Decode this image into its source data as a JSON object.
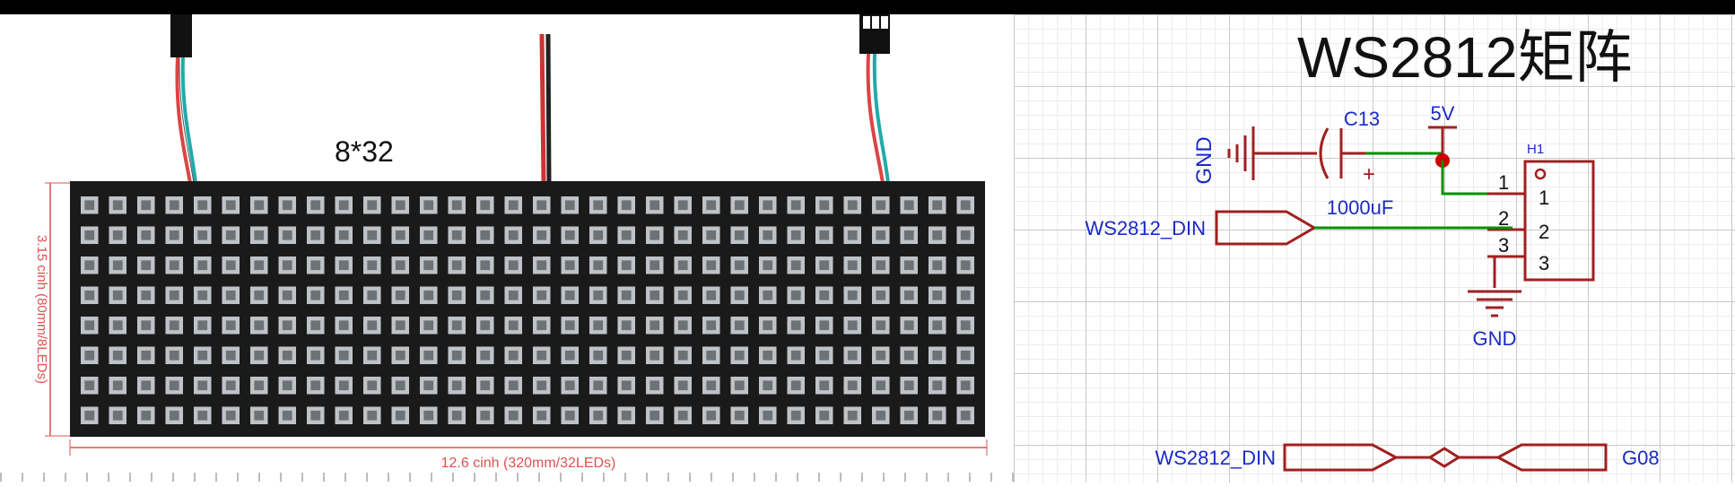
{
  "photo": {
    "matrix_size": "8*32",
    "height_dim": "3.15 cinh (80mm/8LEDs)",
    "width_dim": "12.6 cinh (320mm/32LEDs)",
    "led_rows": 8,
    "led_cols": 32,
    "colors": {
      "panel": "#1a1a1a",
      "led": "#bfc3c8",
      "dimension_line": "#e05050"
    }
  },
  "schematic": {
    "title": "WS2812矩阵",
    "capacitor": {
      "ref": "C13",
      "value": "1000uF",
      "polarity": "+"
    },
    "power": {
      "label": "5V"
    },
    "ground_left": "GND",
    "ground_bottom": "GND",
    "connector": {
      "ref": "H1",
      "pins": [
        "1",
        "2",
        "3"
      ],
      "pin_labels": [
        "1",
        "2",
        "3"
      ]
    },
    "net_port_top": "WS2812_DIN",
    "net_port_bottom_left": "WS2812_DIN",
    "net_port_bottom_right": "G08",
    "colors": {
      "symbol": "#a02020",
      "wire": "#009000",
      "label": "#1a2ac8",
      "text": "#000000",
      "junction": "#cc0000"
    }
  }
}
